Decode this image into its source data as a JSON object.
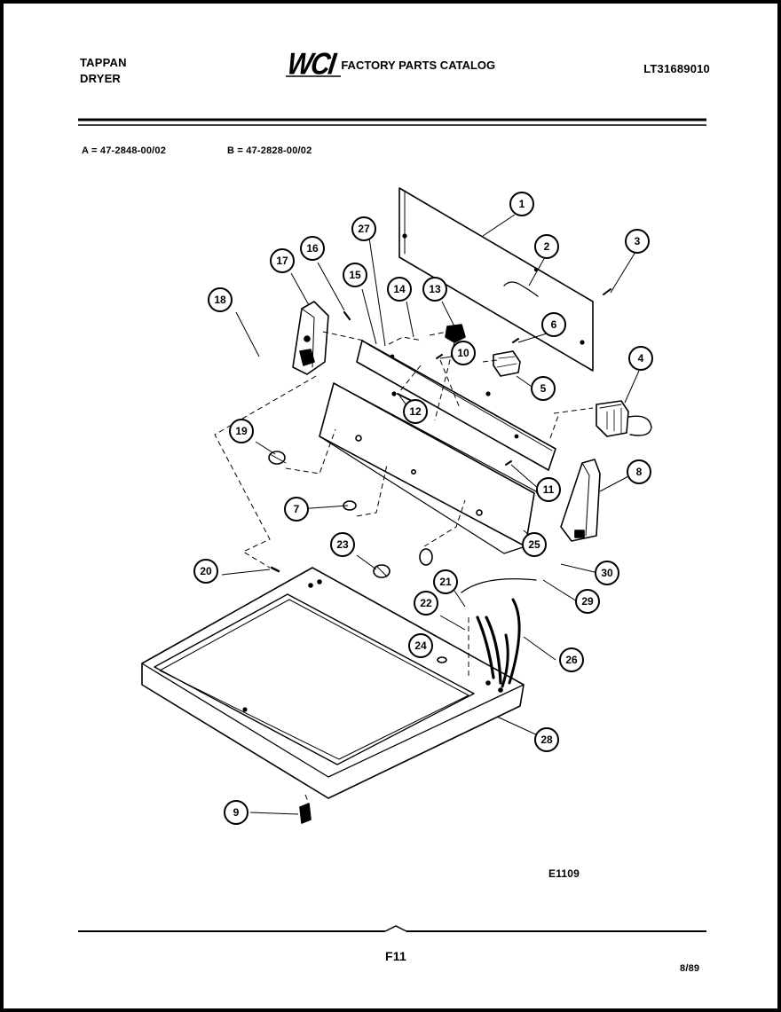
{
  "header": {
    "brand_line1": "TAPPAN",
    "brand_line2": "DRYER",
    "logo_text": "WCI",
    "catalog_title": "FACTORY PARTS CATALOG",
    "catalog_number": "LT31689010"
  },
  "models": {
    "a": "A = 47-2848-00/02",
    "b": "B = 47-2828-00/02"
  },
  "diagram": {
    "callouts": [
      "1",
      "2",
      "3",
      "4",
      "5",
      "6",
      "7",
      "8",
      "9",
      "10",
      "11",
      "12",
      "13",
      "14",
      "15",
      "16",
      "17",
      "18",
      "19",
      "20",
      "21",
      "22",
      "23",
      "24",
      "25",
      "26",
      "27",
      "28",
      "29",
      "30"
    ]
  },
  "footer": {
    "drawing_code": "E1109",
    "page_number": "F11",
    "print_date": "8/89"
  },
  "colors": {
    "ink": "#000000",
    "paper": "#ffffff"
  }
}
